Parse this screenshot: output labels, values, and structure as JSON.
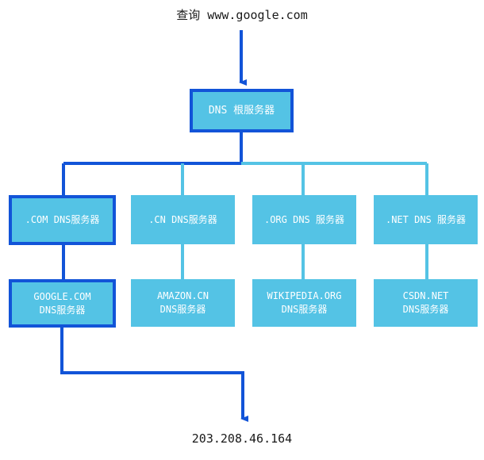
{
  "diagram": {
    "title_query": "查询 www.google.com",
    "result_ip": "203.208.46.164",
    "colors": {
      "node_fill": "#54C3E5",
      "highlight_stroke": "#1254D8",
      "normal_stroke": "#54C3E5",
      "node_text": "#ffffff",
      "caption_text": "#1a1a1a",
      "background": "#ffffff"
    },
    "nodes": {
      "root": {
        "label": "DNS 根服务器",
        "highlighted": true
      },
      "com": {
        "label": ".COM DNS服务器",
        "highlighted": true
      },
      "cn": {
        "label": ".CN DNS服务器",
        "highlighted": false
      },
      "org": {
        "label": ".ORG DNS 服务器",
        "highlighted": false
      },
      "net": {
        "label": ".NET DNS 服务器",
        "highlighted": false
      },
      "google": {
        "label": "GOOGLE.COM\nDNS服务器",
        "highlighted": true
      },
      "amazon": {
        "label": "AMAZON.CN\nDNS服务器",
        "highlighted": false
      },
      "wikipedia": {
        "label": "WIKIPEDIA.ORG\nDNS服务器",
        "highlighted": false
      },
      "csdn": {
        "label": "CSDN.NET\nDNS服务器",
        "highlighted": false
      }
    }
  }
}
